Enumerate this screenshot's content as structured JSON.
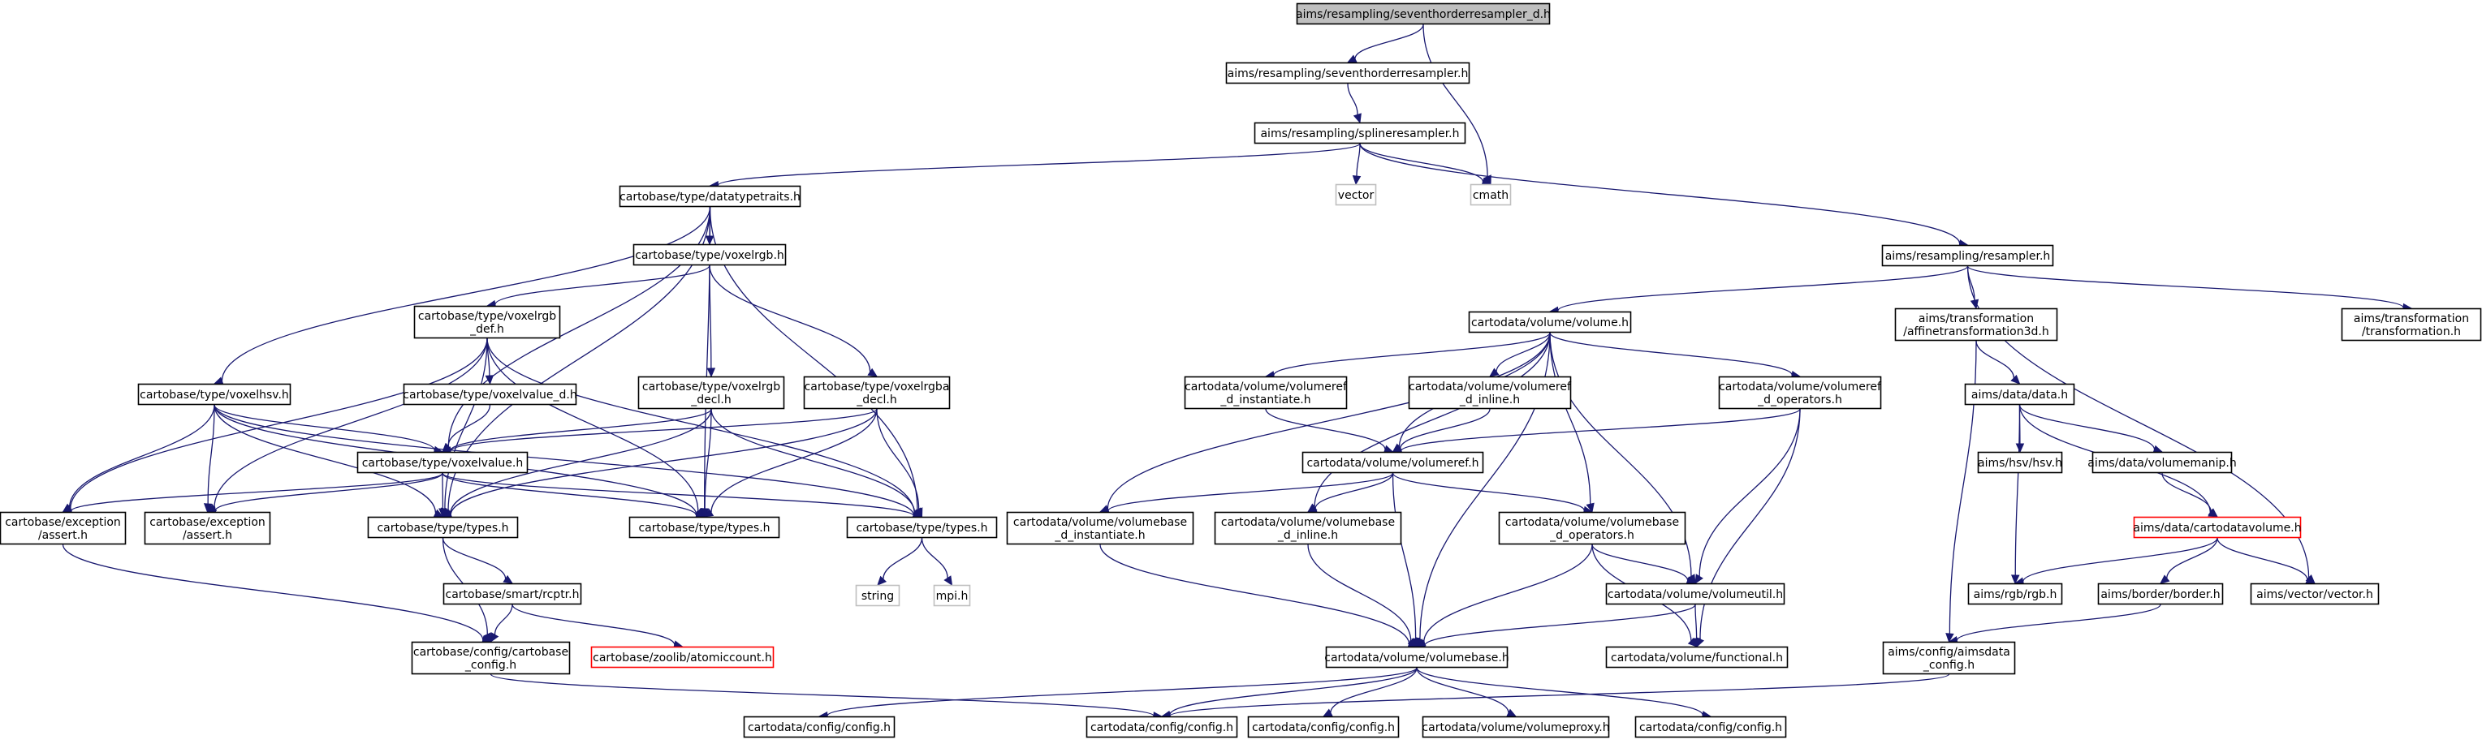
{
  "graph": {
    "nodes": [
      {
        "id": "root",
        "lines": [
          "aims/resampling/seventhorderresampler_d.h"
        ],
        "style": "root"
      },
      {
        "id": "seventh",
        "lines": [
          "aims/resampling/seventhorderresampler.h"
        ],
        "style": "normal"
      },
      {
        "id": "spline",
        "lines": [
          "aims/resampling/splineresampler.h"
        ],
        "style": "normal"
      },
      {
        "id": "cmath",
        "lines": [
          "cmath"
        ],
        "style": "external"
      },
      {
        "id": "vector",
        "lines": [
          "vector"
        ],
        "style": "external"
      },
      {
        "id": "datatypetraits",
        "lines": [
          "cartobase/type/datatypetraits.h"
        ],
        "style": "normal"
      },
      {
        "id": "resampler",
        "lines": [
          "aims/resampling/resampler.h"
        ],
        "style": "normal"
      },
      {
        "id": "voxelrgb",
        "lines": [
          "cartobase/type/voxelrgb.h"
        ],
        "style": "normal"
      },
      {
        "id": "voxelrgb_def",
        "lines": [
          "cartobase/type/voxelrgb",
          "_def.h"
        ],
        "style": "normal"
      },
      {
        "id": "voxelhsv",
        "lines": [
          "cartobase/type/voxelhsv.h"
        ],
        "style": "normal"
      },
      {
        "id": "voxelvalue_d",
        "lines": [
          "cartobase/type/voxelvalue_d.h"
        ],
        "style": "normal"
      },
      {
        "id": "voxelrgb_decl",
        "lines": [
          "cartobase/type/voxelrgb",
          "_decl.h"
        ],
        "style": "normal"
      },
      {
        "id": "voxelrgba_decl",
        "lines": [
          "cartobase/type/voxelrgba",
          "_decl.h"
        ],
        "style": "normal"
      },
      {
        "id": "voxelvalue",
        "lines": [
          "cartobase/type/voxelvalue.h"
        ],
        "style": "normal"
      },
      {
        "id": "exc_assert1",
        "lines": [
          "cartobase/exception",
          "/assert.h"
        ],
        "style": "normal"
      },
      {
        "id": "exc_assert2",
        "lines": [
          "cartobase/exception",
          "/assert.h"
        ],
        "style": "normal"
      },
      {
        "id": "types_a",
        "lines": [
          "cartobase/type/types.h"
        ],
        "style": "normal"
      },
      {
        "id": "types_b",
        "lines": [
          "cartobase/type/types.h"
        ],
        "style": "normal"
      },
      {
        "id": "types_c",
        "lines": [
          "cartobase/type/types.h"
        ],
        "style": "normal"
      },
      {
        "id": "string",
        "lines": [
          "string"
        ],
        "style": "external"
      },
      {
        "id": "mpi",
        "lines": [
          "mpi.h"
        ],
        "style": "external"
      },
      {
        "id": "rcptr",
        "lines": [
          "cartobase/smart/rcptr.h"
        ],
        "style": "normal"
      },
      {
        "id": "cartobase_config",
        "lines": [
          "cartobase/config/cartobase",
          "_config.h"
        ],
        "style": "normal"
      },
      {
        "id": "atomiccount",
        "lines": [
          "cartobase/zoolib/atomiccount.h"
        ],
        "style": "truncated"
      },
      {
        "id": "volume",
        "lines": [
          "cartodata/volume/volume.h"
        ],
        "style": "normal"
      },
      {
        "id": "volumeref_d_inst",
        "lines": [
          "cartodata/volume/volumeref",
          "_d_instantiate.h"
        ],
        "style": "normal"
      },
      {
        "id": "volumeref_d_inline",
        "lines": [
          "cartodata/volume/volumeref",
          "_d_inline.h"
        ],
        "style": "normal"
      },
      {
        "id": "volumeref_d_ops",
        "lines": [
          "cartodata/volume/volumeref",
          "_d_operators.h"
        ],
        "style": "normal"
      },
      {
        "id": "volumeref",
        "lines": [
          "cartodata/volume/volumeref.h"
        ],
        "style": "normal"
      },
      {
        "id": "volumebase_d_inst",
        "lines": [
          "cartodata/volume/volumebase",
          "_d_instantiate.h"
        ],
        "style": "normal"
      },
      {
        "id": "volumebase_d_inline",
        "lines": [
          "cartodata/volume/volumebase",
          "_d_inline.h"
        ],
        "style": "normal"
      },
      {
        "id": "volumebase_d_ops",
        "lines": [
          "cartodata/volume/volumebase",
          "_d_operators.h"
        ],
        "style": "normal"
      },
      {
        "id": "volumeutil",
        "lines": [
          "cartodata/volume/volumeutil.h"
        ],
        "style": "normal"
      },
      {
        "id": "functional",
        "lines": [
          "cartodata/volume/functional.h"
        ],
        "style": "normal"
      },
      {
        "id": "volumebase",
        "lines": [
          "cartodata/volume/volumebase.h"
        ],
        "style": "normal"
      },
      {
        "id": "cd_config1",
        "lines": [
          "cartodata/config/config.h"
        ],
        "style": "normal"
      },
      {
        "id": "cd_config2",
        "lines": [
          "cartodata/config/config.h"
        ],
        "style": "normal"
      },
      {
        "id": "cd_config3",
        "lines": [
          "cartodata/config/config.h"
        ],
        "style": "normal"
      },
      {
        "id": "volumeproxy",
        "lines": [
          "cartodata/volume/volumeproxy.h"
        ],
        "style": "normal"
      },
      {
        "id": "cd_config4",
        "lines": [
          "cartodata/config/config.h"
        ],
        "style": "normal"
      },
      {
        "id": "affine",
        "lines": [
          "aims/transformation",
          "/affinetransformation3d.h"
        ],
        "style": "normal"
      },
      {
        "id": "transformation",
        "lines": [
          "aims/transformation",
          "/transformation.h"
        ],
        "style": "normal"
      },
      {
        "id": "data",
        "lines": [
          "aims/data/data.h"
        ],
        "style": "normal"
      },
      {
        "id": "hsv",
        "lines": [
          "aims/hsv/hsv.h"
        ],
        "style": "normal"
      },
      {
        "id": "volumemanip",
        "lines": [
          "aims/data/volumemanip.h"
        ],
        "style": "normal"
      },
      {
        "id": "cartodatavolume",
        "lines": [
          "aims/data/cartodatavolume.h"
        ],
        "style": "truncated"
      },
      {
        "id": "rgb",
        "lines": [
          "aims/rgb/rgb.h"
        ],
        "style": "normal"
      },
      {
        "id": "border",
        "lines": [
          "aims/border/border.h"
        ],
        "style": "normal"
      },
      {
        "id": "aimsvector",
        "lines": [
          "aims/vector/vector.h"
        ],
        "style": "normal"
      },
      {
        "id": "aimsdata_config",
        "lines": [
          "aims/config/aimsdata",
          "_config.h"
        ],
        "style": "normal"
      }
    ],
    "colors": {
      "edge": "#191970",
      "root_fill": "#bfbfbf",
      "node_border": "#000000",
      "external_border": "#bfbfbf",
      "external_text": "#7f7f7f",
      "truncated_border": "#ff0000"
    }
  }
}
